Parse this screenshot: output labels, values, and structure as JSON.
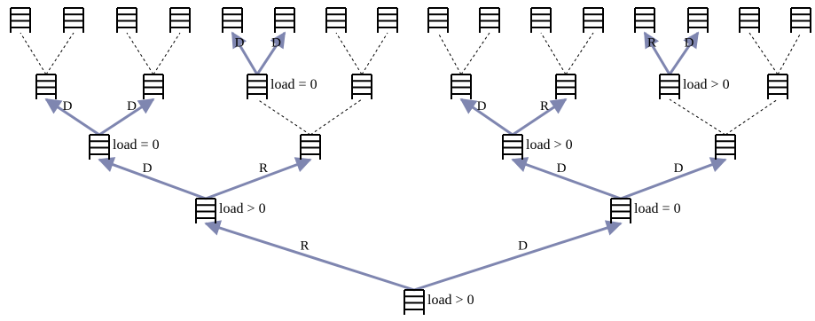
{
  "nodes": [
    {
      "id": "root",
      "label": "load > 0"
    },
    {
      "id": "L",
      "label": "load > 0"
    },
    {
      "id": "R",
      "label": "load = 0"
    },
    {
      "id": "LL",
      "label": "load = 0"
    },
    {
      "id": "LR",
      "label": ""
    },
    {
      "id": "RL",
      "label": "load > 0"
    },
    {
      "id": "RR",
      "label": ""
    },
    {
      "id": "LLL",
      "label": ""
    },
    {
      "id": "LLR",
      "label": ""
    },
    {
      "id": "LRL",
      "label": "load = 0"
    },
    {
      "id": "LRR",
      "label": ""
    },
    {
      "id": "RLL",
      "label": ""
    },
    {
      "id": "RLR",
      "label": ""
    },
    {
      "id": "RRL",
      "label": "load > 0"
    },
    {
      "id": "RRR",
      "label": ""
    },
    {
      "id": "leaf1",
      "label": ""
    },
    {
      "id": "leaf2",
      "label": ""
    },
    {
      "id": "leaf3",
      "label": ""
    },
    {
      "id": "leaf4",
      "label": ""
    },
    {
      "id": "leaf5",
      "label": ""
    },
    {
      "id": "leaf6",
      "label": ""
    },
    {
      "id": "leaf7",
      "label": ""
    },
    {
      "id": "leaf8",
      "label": ""
    },
    {
      "id": "leaf9",
      "label": ""
    },
    {
      "id": "leaf10",
      "label": ""
    },
    {
      "id": "leaf11",
      "label": ""
    },
    {
      "id": "leaf12",
      "label": ""
    },
    {
      "id": "leaf13",
      "label": ""
    },
    {
      "id": "leaf14",
      "label": ""
    },
    {
      "id": "leaf15",
      "label": ""
    },
    {
      "id": "leaf16",
      "label": ""
    }
  ],
  "edges": [
    {
      "from": "root",
      "to": "L",
      "style": "arrow",
      "label": "R"
    },
    {
      "from": "root",
      "to": "R",
      "style": "arrow",
      "label": "D"
    },
    {
      "from": "L",
      "to": "LL",
      "style": "arrow",
      "label": "D"
    },
    {
      "from": "L",
      "to": "LR",
      "style": "arrow",
      "label": "R"
    },
    {
      "from": "R",
      "to": "RL",
      "style": "arrow",
      "label": "D"
    },
    {
      "from": "R",
      "to": "RR",
      "style": "arrow",
      "label": "D"
    },
    {
      "from": "LL",
      "to": "LLL",
      "style": "arrow",
      "label": "D"
    },
    {
      "from": "LL",
      "to": "LLR",
      "style": "arrow",
      "label": "D"
    },
    {
      "from": "LR",
      "to": "LRL",
      "style": "dashed",
      "label": ""
    },
    {
      "from": "LR",
      "to": "LRR",
      "style": "dashed",
      "label": ""
    },
    {
      "from": "RL",
      "to": "RLL",
      "style": "arrow",
      "label": "D"
    },
    {
      "from": "RL",
      "to": "RLR",
      "style": "arrow",
      "label": "R"
    },
    {
      "from": "RR",
      "to": "RRL",
      "style": "dashed",
      "label": ""
    },
    {
      "from": "RR",
      "to": "RRR",
      "style": "dashed",
      "label": ""
    },
    {
      "from": "LLL",
      "to": "leaf1",
      "style": "dashed",
      "label": ""
    },
    {
      "from": "LLL",
      "to": "leaf2",
      "style": "dashed",
      "label": ""
    },
    {
      "from": "LLR",
      "to": "leaf3",
      "style": "dashed",
      "label": ""
    },
    {
      "from": "LLR",
      "to": "leaf4",
      "style": "dashed",
      "label": ""
    },
    {
      "from": "LRL",
      "to": "leaf5",
      "style": "arrow",
      "label": "D"
    },
    {
      "from": "LRL",
      "to": "leaf6",
      "style": "arrow",
      "label": "D"
    },
    {
      "from": "LRR",
      "to": "leaf7",
      "style": "dashed",
      "label": ""
    },
    {
      "from": "LRR",
      "to": "leaf8",
      "style": "dashed",
      "label": ""
    },
    {
      "from": "RLL",
      "to": "leaf9",
      "style": "dashed",
      "label": ""
    },
    {
      "from": "RLL",
      "to": "leaf10",
      "style": "dashed",
      "label": ""
    },
    {
      "from": "RLR",
      "to": "leaf11",
      "style": "dashed",
      "label": ""
    },
    {
      "from": "RLR",
      "to": "leaf12",
      "style": "dashed",
      "label": ""
    },
    {
      "from": "RRL",
      "to": "leaf13",
      "style": "arrow",
      "label": "R"
    },
    {
      "from": "RRL",
      "to": "leaf14",
      "style": "arrow",
      "label": "D"
    },
    {
      "from": "RRR",
      "to": "leaf15",
      "style": "dashed",
      "label": ""
    },
    {
      "from": "RRR",
      "to": "leaf16",
      "style": "dashed",
      "label": ""
    }
  ],
  "colors": {
    "arrow": "#7f86b0",
    "node": "#000000",
    "dashed": "#000000"
  }
}
